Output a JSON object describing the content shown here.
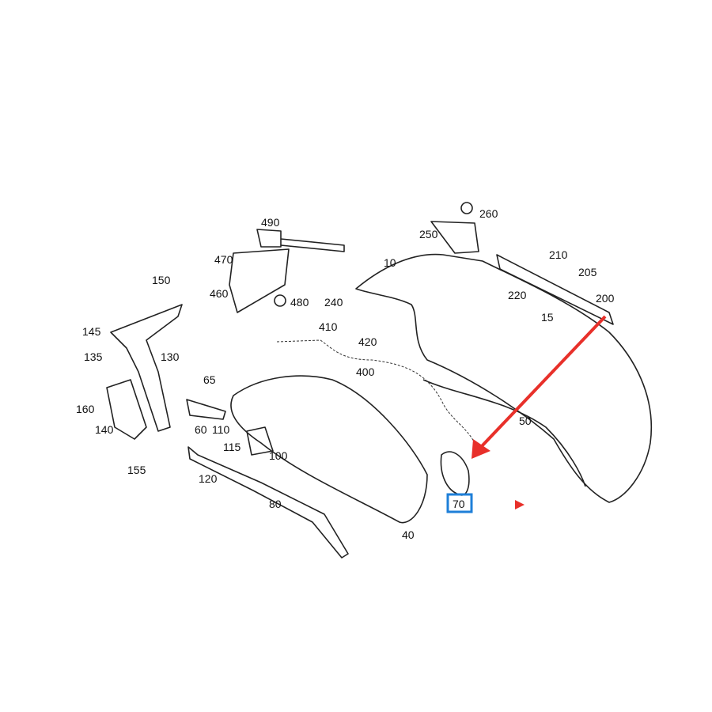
{
  "diagram": {
    "labels": {
      "p490": "490",
      "p470": "470",
      "p460": "460",
      "p480": "480",
      "p150": "150",
      "p145": "145",
      "p135": "135",
      "p130": "130",
      "p160": "160",
      "p140": "140",
      "p155": "155",
      "p65": "65",
      "p60": "60",
      "p110": "110",
      "p115": "115",
      "p100": "100",
      "p120": "120",
      "p80": "80",
      "p40": "40",
      "p70": "70",
      "p50": "50",
      "p10": "10",
      "p240": "240",
      "p410": "410",
      "p420": "420",
      "p400": "400",
      "p250": "250",
      "p260": "260",
      "p210": "210",
      "p205": "205",
      "p220": "220",
      "p200": "200",
      "p15": "15"
    },
    "highlight": {
      "part": "70",
      "box_color": "#1e7fd8",
      "arrow_color": "#e8302a"
    }
  }
}
